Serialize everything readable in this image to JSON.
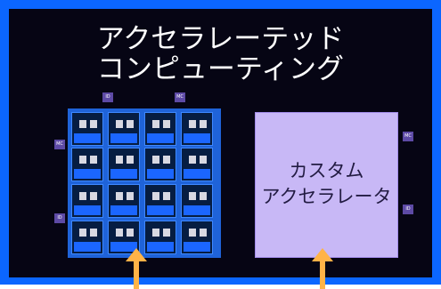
{
  "title": {
    "line1": "アクセラレーテッド",
    "line2": "コンピューティング"
  },
  "labels": {
    "id_top_left": "ID",
    "mc_top_right": "MC",
    "mc_left": "MC",
    "id_left": "ID",
    "mc_right": "MC",
    "id_right": "ID"
  },
  "accelerator": {
    "line1": "カスタム",
    "line2": "アクセラレータ"
  },
  "grid": {
    "rows": 4,
    "columns": 4
  },
  "colors": {
    "frame": "#0b66ff",
    "panel": "#060514",
    "tile_bar": "#1b66ff",
    "accelerator": "#c8b8f6",
    "arrow": "#ffb347",
    "label": "#5d4aa5"
  }
}
